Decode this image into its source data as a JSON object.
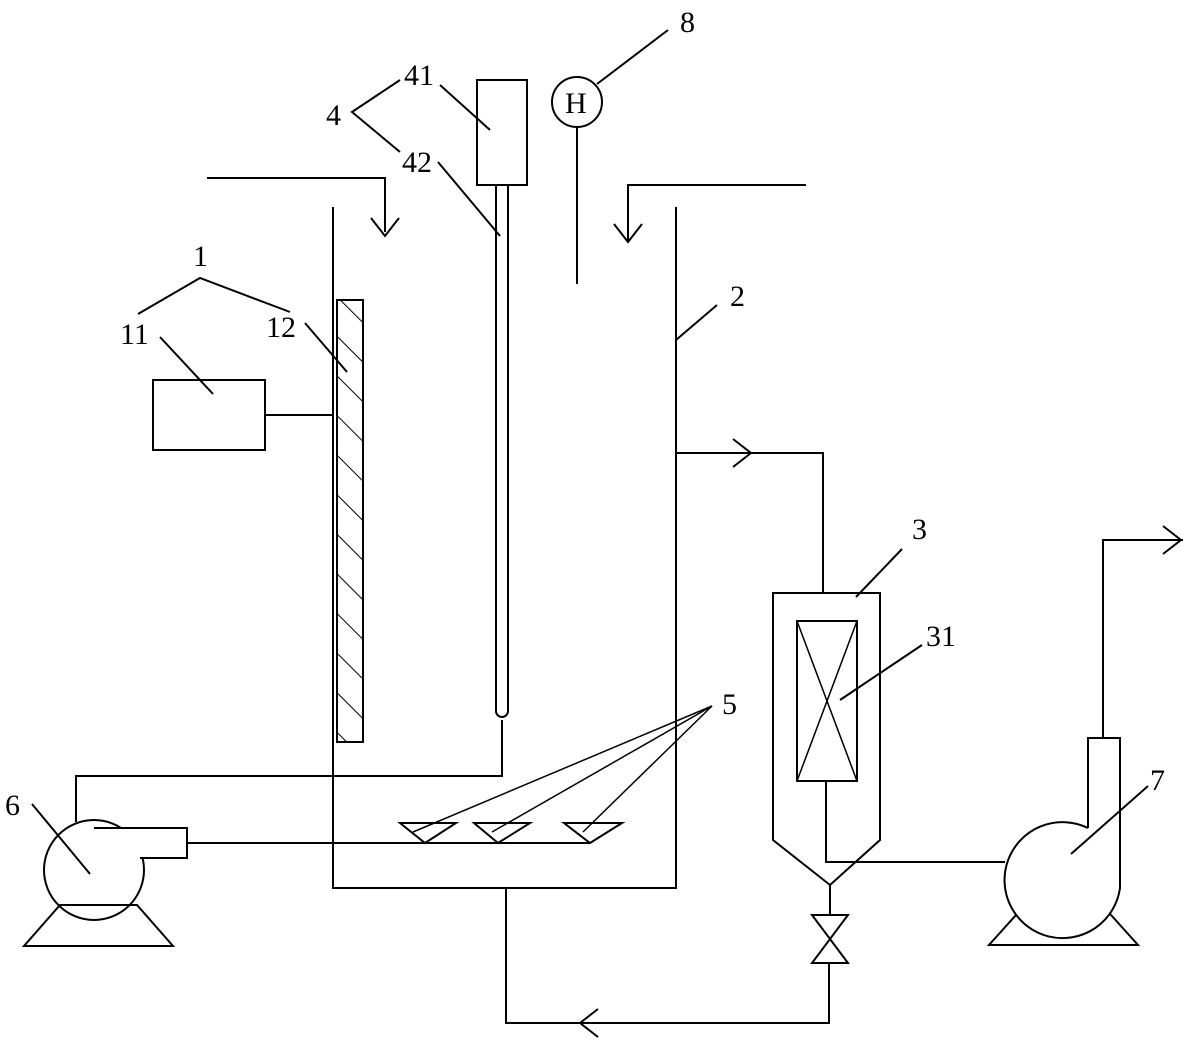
{
  "labels": {
    "heater_assembly": "1",
    "heater_box": "11",
    "heater_plate": "12",
    "reactor_tank": "2",
    "dust_collector": "3",
    "filter_element": "31",
    "thermometer_assembly": "4",
    "thermometer_head": "41",
    "thermometer_probe": "42",
    "spray_nozzles": "5",
    "blower_left": "6",
    "blower_right": "7",
    "humidity_meter": "8",
    "humidity_meter_symbol": "H"
  },
  "colors": {
    "stroke": "#000000",
    "background": "#ffffff"
  }
}
